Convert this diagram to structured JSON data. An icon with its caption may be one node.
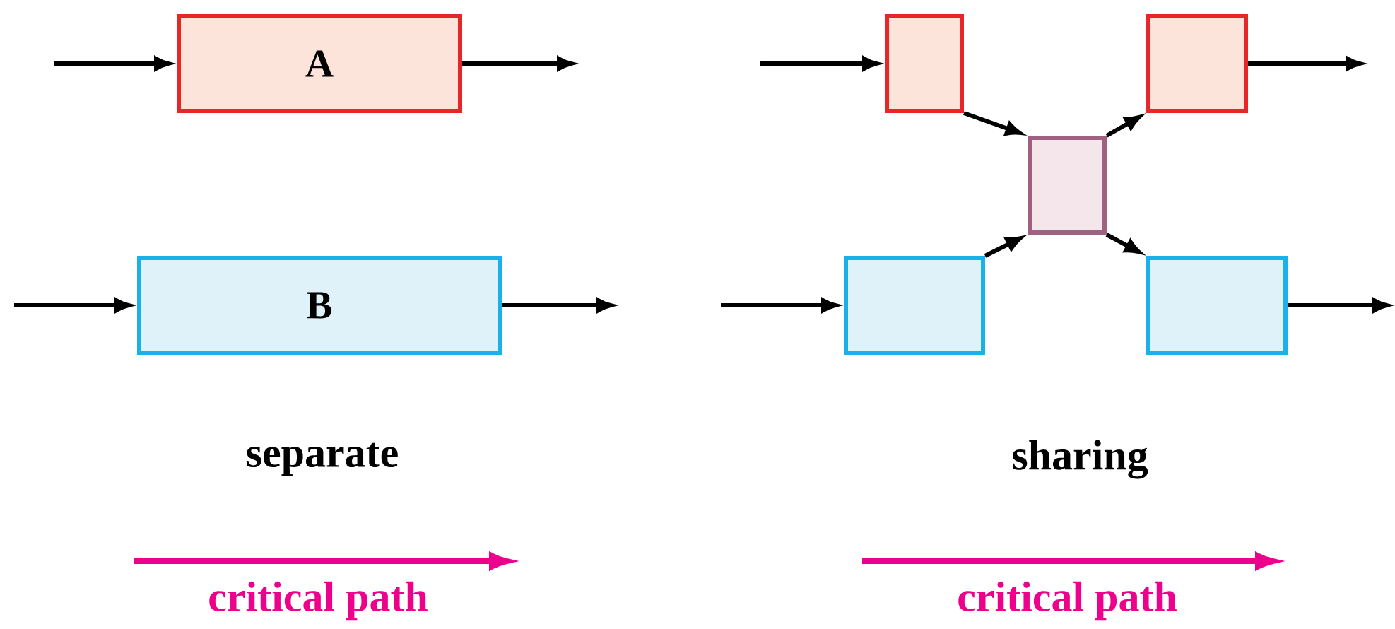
{
  "diagram": {
    "nodes": [
      {
        "text": [
          "A"
        ]
      },
      {
        "text": [
          "B"
        ]
      },
      {
        "text": [],
        "shape": "box"
      },
      {
        "text": [],
        "shape": "box"
      },
      {
        "text": [],
        "shape": "box"
      },
      {
        "text": [],
        "shape": "box"
      },
      {
        "text": [],
        "shape": "box"
      }
    ],
    "edges": [
      {
        "from": null,
        "to": 0,
        "arrow": "to"
      },
      {
        "from": 0,
        "to": null,
        "arrow": "to"
      },
      {
        "from": null,
        "to": 1,
        "arrow": "to"
      },
      {
        "from": 1,
        "to": null,
        "arrow": "to"
      },
      {
        "from": null,
        "to": 2,
        "arrow": "to"
      },
      {
        "from": null,
        "to": 3,
        "arrow": "to"
      },
      {
        "from": 2,
        "to": 4,
        "arrow": "to"
      },
      {
        "from": 3,
        "to": 4,
        "arrow": "to"
      },
      {
        "from": 4,
        "to": 5,
        "arrow": "to"
      },
      {
        "from": 4,
        "to": 6,
        "arrow": "to"
      },
      {
        "from": 5,
        "to": null,
        "arrow": "to"
      },
      {
        "from": 6,
        "to": null,
        "arrow": "to"
      }
    ],
    "labels": [
      "separate",
      "sharing",
      "critical path",
      "critical path"
    ]
  }
}
